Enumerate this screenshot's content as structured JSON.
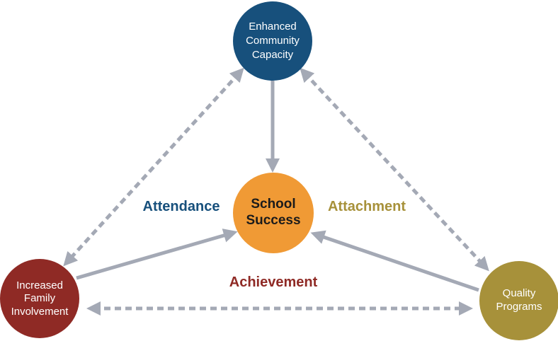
{
  "nodes": {
    "community": {
      "lines": [
        "Enhanced",
        "Community",
        "Capacity"
      ],
      "color": "#17507c"
    },
    "center": {
      "lines": [
        "School",
        "Success"
      ],
      "color": "#f09a35"
    },
    "family": {
      "lines": [
        "Increased",
        "Family",
        "Involvement"
      ],
      "color": "#8f2a25"
    },
    "programs": {
      "lines": [
        "Quality",
        "Programs"
      ],
      "color": "#a7913a"
    }
  },
  "labels": {
    "attendance": {
      "text": "Attendance",
      "color": "#17507c"
    },
    "attachment": {
      "text": "Attachment",
      "color": "#a7913a"
    },
    "achievement": {
      "text": "Achievement",
      "color": "#8f2a25"
    }
  },
  "arrow_color": "#a4a9b5"
}
